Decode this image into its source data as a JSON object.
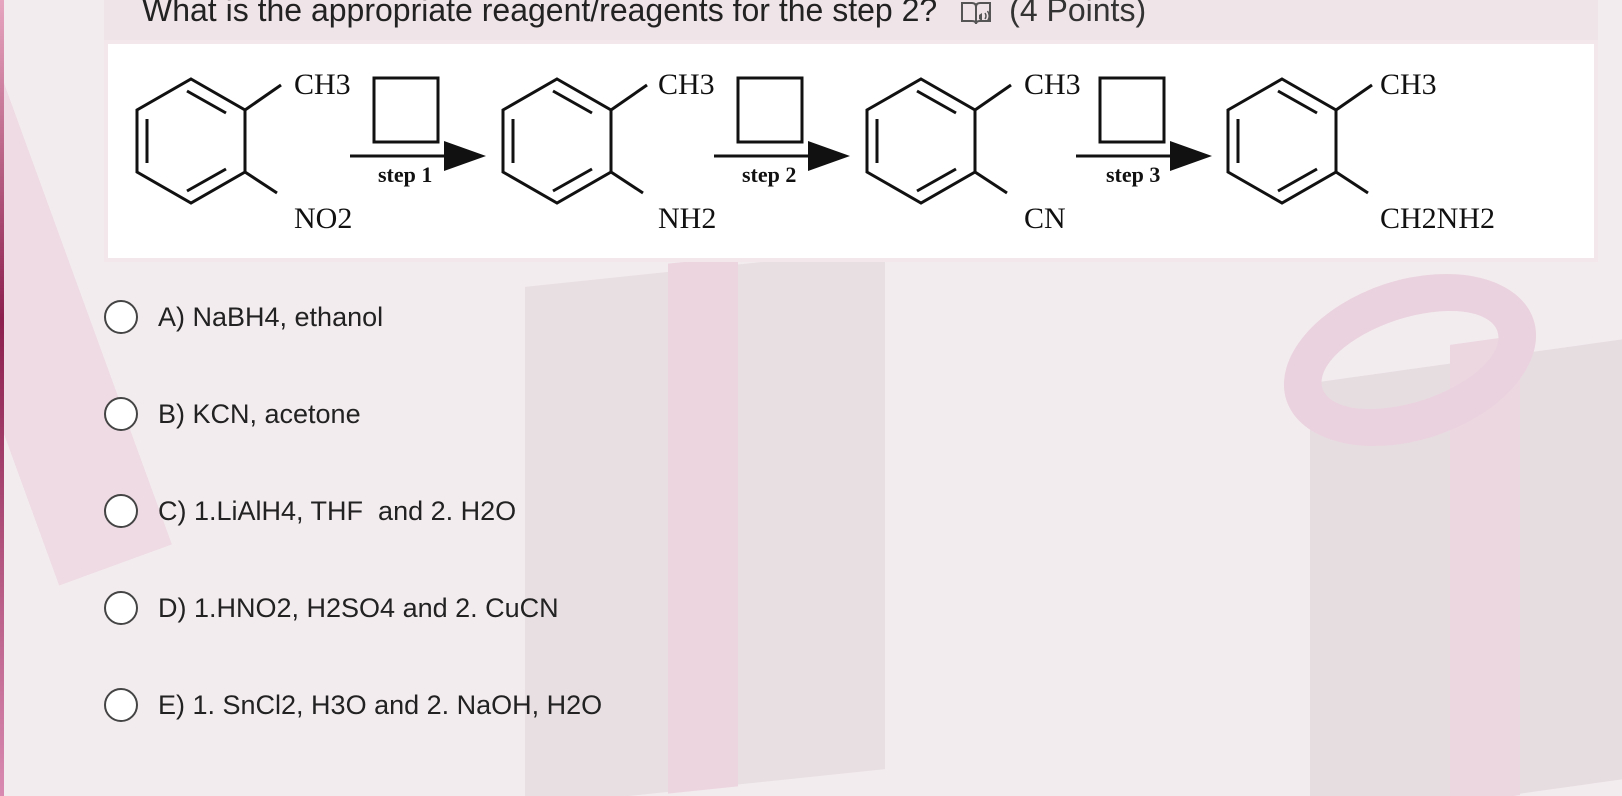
{
  "question": {
    "title": "What is the appropriate reagent/reagents for the step 2?",
    "points": "(4 Points)"
  },
  "icons": {
    "reader": "immersive-reader-icon",
    "radio": "radio-button-icon"
  },
  "diagram": {
    "molecules": [
      {
        "top": "CH3",
        "bottom": "NO2"
      },
      {
        "top": "CH3",
        "bottom": "NH2"
      },
      {
        "top": "CH3",
        "bottom": "CN"
      },
      {
        "top": "CH3",
        "bottom": "CH2NH2"
      }
    ],
    "steps": [
      "step 1",
      "step 2",
      "step 3"
    ]
  },
  "options": [
    {
      "label": "A) NaBH4, ethanol"
    },
    {
      "label": "B) KCN, acetone"
    },
    {
      "label": "C) 1.LiAlH4, THF  and 2. H2O"
    },
    {
      "label": "D) 1.HNO2, H2SO4 and 2. CuCN"
    },
    {
      "label": "E) 1. SnCl2, H3O and 2. NaOH, H2O"
    }
  ]
}
